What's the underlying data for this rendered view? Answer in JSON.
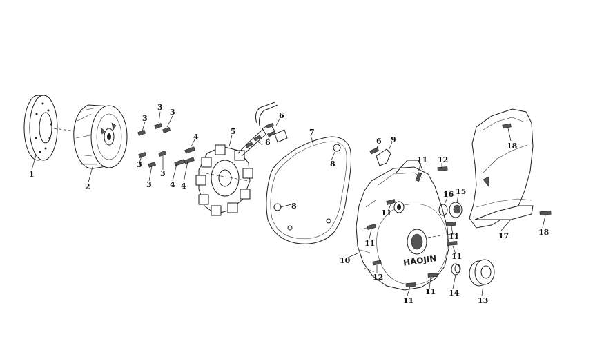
{
  "brand_text": "HAOJIN",
  "callouts": [
    {
      "id": "c-1a",
      "text": "1"
    },
    {
      "id": "c-2a",
      "text": "2"
    },
    {
      "id": "c-3a",
      "text": "3"
    },
    {
      "id": "c-3b",
      "text": "3"
    },
    {
      "id": "c-3c",
      "text": "3"
    },
    {
      "id": "c-3d",
      "text": "3"
    },
    {
      "id": "c-3e",
      "text": "3"
    },
    {
      "id": "c-3f",
      "text": "3"
    },
    {
      "id": "c-4a",
      "text": "4"
    },
    {
      "id": "c-4b",
      "text": "4"
    },
    {
      "id": "c-4c",
      "text": "4"
    },
    {
      "id": "c-5a",
      "text": "5"
    },
    {
      "id": "c-6a",
      "text": "6"
    },
    {
      "id": "c-6b",
      "text": "6"
    },
    {
      "id": "c-6c",
      "text": "6"
    },
    {
      "id": "c-7a",
      "text": "7"
    },
    {
      "id": "c-8a",
      "text": "8"
    },
    {
      "id": "c-8b",
      "text": "8"
    },
    {
      "id": "c-9a",
      "text": "9"
    },
    {
      "id": "c-10a",
      "text": "10"
    },
    {
      "id": "c-11a",
      "text": "11"
    },
    {
      "id": "c-11b",
      "text": "11"
    },
    {
      "id": "c-11c",
      "text": "11"
    },
    {
      "id": "c-11d",
      "text": "11"
    },
    {
      "id": "c-11e",
      "text": "11"
    },
    {
      "id": "c-11f",
      "text": "11"
    },
    {
      "id": "c-11g",
      "text": "11"
    },
    {
      "id": "c-12a",
      "text": "12"
    },
    {
      "id": "c-12b",
      "text": "12"
    },
    {
      "id": "c-13a",
      "text": "13"
    },
    {
      "id": "c-14a",
      "text": "14"
    },
    {
      "id": "c-15a",
      "text": "15"
    },
    {
      "id": "c-16a",
      "text": "16"
    },
    {
      "id": "c-17a",
      "text": "17"
    },
    {
      "id": "c-18a",
      "text": "18"
    },
    {
      "id": "c-18b",
      "text": "18"
    }
  ]
}
